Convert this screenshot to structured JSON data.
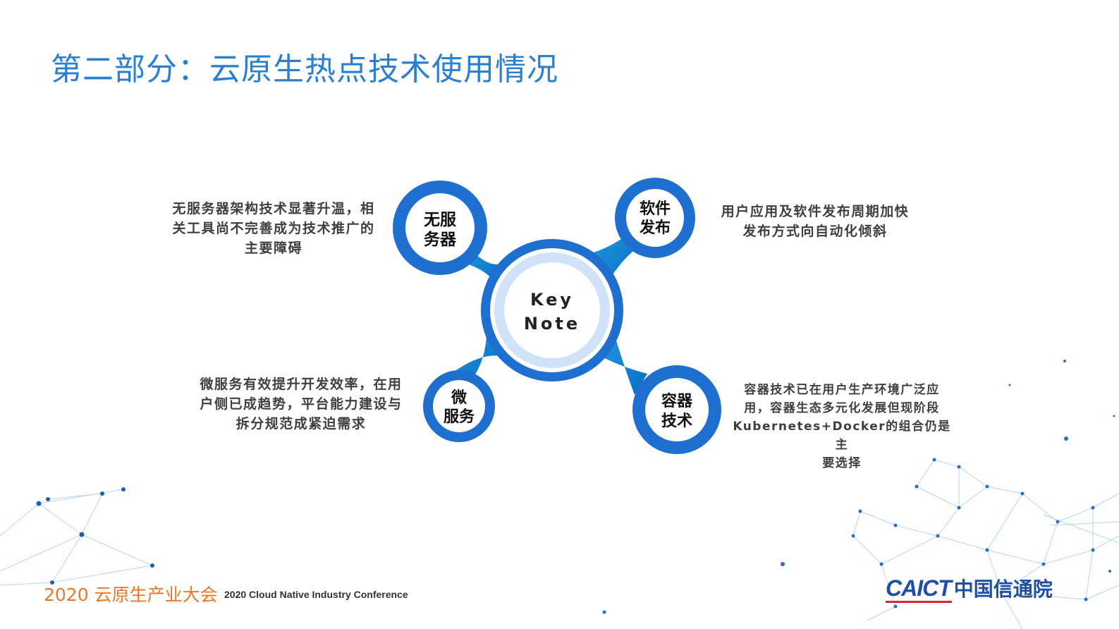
{
  "title": "第二部分：云原生热点技术使用情况",
  "center": {
    "line1": "Key",
    "line2": "Note"
  },
  "nodes": [
    {
      "id": "serverless",
      "line1": "无服",
      "line2": "务器"
    },
    {
      "id": "software-release",
      "line1": "软件",
      "line2": "发布"
    },
    {
      "id": "microservices",
      "line1": "微",
      "line2": "服务"
    },
    {
      "id": "container",
      "line1": "容器",
      "line2": "技术"
    }
  ],
  "descriptions": {
    "serverless": [
      "无服务器架构技术显著升温，相",
      "关工具尚不完善成为技术推广的",
      "主要障碍"
    ],
    "software_release": [
      "用户应用及软件发布周期加快",
      "发布方式向自动化倾斜"
    ],
    "microservices": [
      "微服务有效提升开发效率，在用",
      "户侧已成趋势，平台能力建设与",
      "拆分规范成紧迫需求"
    ],
    "container": [
      "容器技术已在用户生产环境广泛应",
      "用，容器生态多元化发展但现阶段",
      "Kubernetes+Docker的组合仍是主",
      "要选择"
    ]
  },
  "footer": {
    "event_cn": "2020 云原生产业大会",
    "event_en": "2020 Cloud Native Industry Conference",
    "logo_en": "CAICT",
    "logo_cn": "中国信通院"
  },
  "colors": {
    "title": "#2a7fd0",
    "ring": "#1e6fcf",
    "connector": "#1a8fd8",
    "center_fill": "#cfe2f7",
    "accent_orange": "#e8782a",
    "logo_blue": "#1e4fa3"
  }
}
